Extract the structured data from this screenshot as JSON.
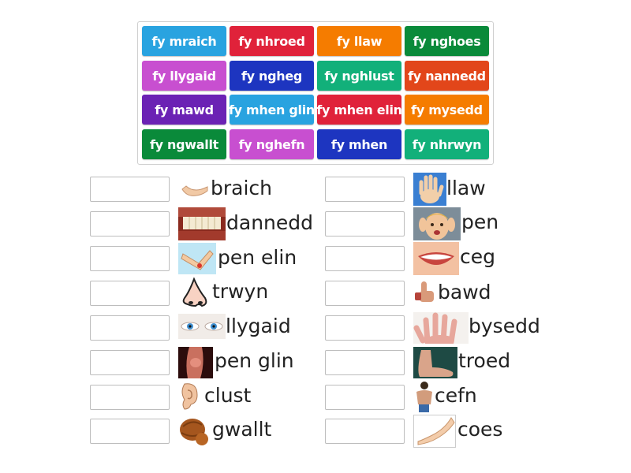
{
  "tiles": [
    {
      "label": "fy mraich",
      "color": "#29a3e0"
    },
    {
      "label": "fy nhroed",
      "color": "#e0223a"
    },
    {
      "label": "fy llaw",
      "color": "#f57c00"
    },
    {
      "label": "fy nghoes",
      "color": "#0a8a3a"
    },
    {
      "label": "fy llygaid",
      "color": "#c84fd0"
    },
    {
      "label": "fy ngheg",
      "color": "#1d35c0"
    },
    {
      "label": "fy nghlust",
      "color": "#12b07a"
    },
    {
      "label": "fy nannedd",
      "color": "#e2461a"
    },
    {
      "label": "fy mawd",
      "color": "#6b22b4"
    },
    {
      "label": "fy mhen glin",
      "color": "#29a3e0"
    },
    {
      "label": "fy mhen elin",
      "color": "#e0223a"
    },
    {
      "label": "fy mysedd",
      "color": "#f57c00"
    },
    {
      "label": "fy ngwallt",
      "color": "#0a8a3a"
    },
    {
      "label": "fy nghefn",
      "color": "#c84fd0"
    },
    {
      "label": "fy mhen",
      "color": "#1d35c0"
    },
    {
      "label": "fy nhrwyn",
      "color": "#12b07a"
    }
  ],
  "left_items": [
    {
      "word": "braich",
      "icon": "arm-icon"
    },
    {
      "word": "dannedd",
      "icon": "teeth-icon"
    },
    {
      "word": "pen elin",
      "icon": "elbow-icon"
    },
    {
      "word": "trwyn",
      "icon": "nose-icon"
    },
    {
      "word": "llygaid",
      "icon": "eyes-icon"
    },
    {
      "word": "pen glin",
      "icon": "knee-icon"
    },
    {
      "word": "clust",
      "icon": "ear-icon"
    },
    {
      "word": "gwallt",
      "icon": "hair-icon"
    }
  ],
  "right_items": [
    {
      "word": "llaw",
      "icon": "hand-icon"
    },
    {
      "word": "pen",
      "icon": "head-icon"
    },
    {
      "word": "ceg",
      "icon": "mouth-icon"
    },
    {
      "word": "bawd",
      "icon": "thumb-icon"
    },
    {
      "word": "bysedd",
      "icon": "fingers-icon"
    },
    {
      "word": "troed",
      "icon": "foot-icon"
    },
    {
      "word": "cefn",
      "icon": "back-icon"
    },
    {
      "word": "coes",
      "icon": "leg-icon"
    }
  ]
}
